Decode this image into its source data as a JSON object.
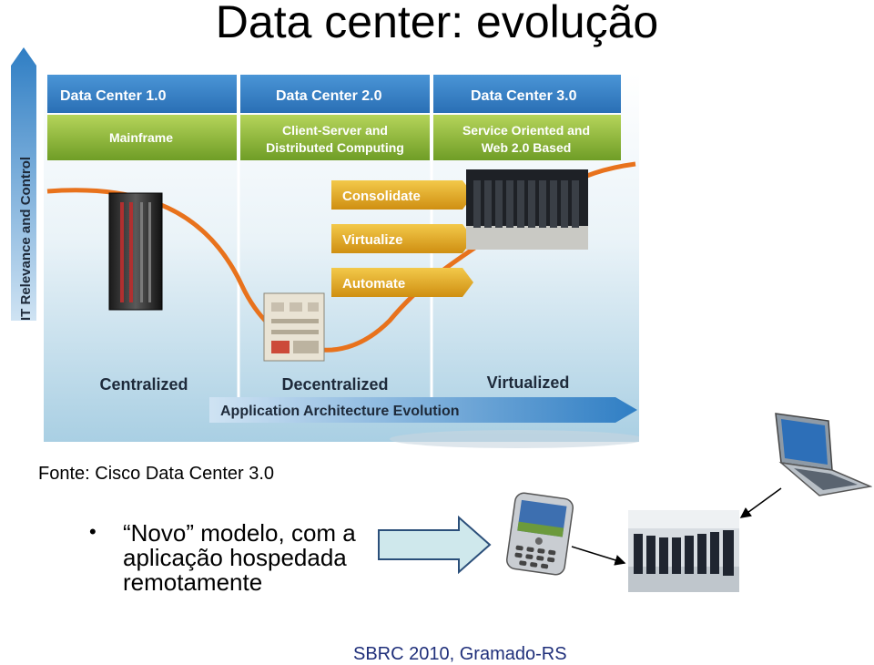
{
  "slide": {
    "title": "Data center: evolução",
    "source": "Fonte: Cisco Data Center 3.0",
    "bullet": "“Novo” modelo, com a aplicação hospedada remotamente",
    "footer": "SBRC 2010, Gramado-RS"
  },
  "figure": {
    "y_axis": "IT Relevance and Control",
    "x_axis": "Application Architecture Evolution",
    "columns": [
      {
        "header": "Data Center 1.0",
        "model_line1": "Mainframe",
        "model_line2": "",
        "era": "Centralized"
      },
      {
        "header": "Data Center 2.0",
        "model_line1": "Client-Server and",
        "model_line2": "Distributed Computing",
        "era": "Decentralized"
      },
      {
        "header": "Data Center 3.0",
        "model_line1": "Service Oriented and",
        "model_line2": "Web 2.0 Based",
        "era": "Virtualized"
      }
    ],
    "steps": [
      "Consolidate",
      "Virtualize",
      "Automate"
    ],
    "colors": {
      "header_blue": "#2f7ec4",
      "band_green": "#8cb832",
      "curve": "#e8721c",
      "step_gold": "#e0a81e",
      "axis_blue": "#3a86d0"
    }
  }
}
